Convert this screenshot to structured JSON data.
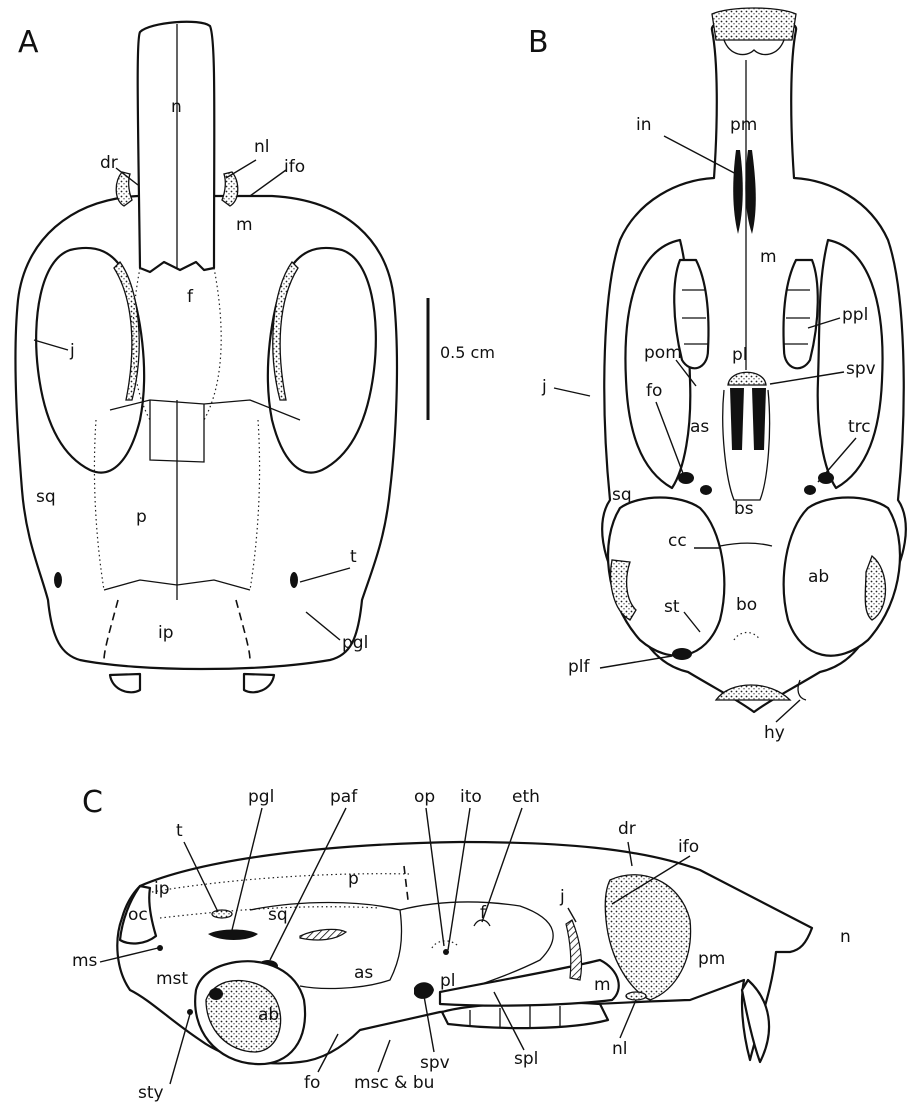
{
  "panels": {
    "A": {
      "letter": "A",
      "labels": {
        "n": "n",
        "nl": "nl",
        "dr": "dr",
        "ifo": "ifo",
        "m": "m",
        "f": "f",
        "j": "j",
        "sq": "sq",
        "p": "p",
        "t": "t",
        "ip": "ip",
        "pgl": "pgl"
      }
    },
    "B": {
      "letter": "B",
      "labels": {
        "pm": "pm",
        "in": "in",
        "m": "m",
        "ppl": "ppl",
        "pl": "pl",
        "pom": "pom",
        "spv": "spv",
        "j": "j",
        "fo": "fo",
        "as": "as",
        "trc": "trc",
        "sq": "sq",
        "bs": "bs",
        "cc": "cc",
        "ab": "ab",
        "st": "st",
        "bo": "bo",
        "plf": "plf",
        "hy": "hy"
      }
    },
    "C": {
      "letter": "C",
      "labels": {
        "pgl": "pgl",
        "paf": "paf",
        "op": "op",
        "ito": "ito",
        "eth": "eth",
        "dr": "dr",
        "t": "t",
        "ifo": "ifo",
        "p": "p",
        "ip": "ip",
        "j": "j",
        "oc": "oc",
        "sq": "sq",
        "f": "f",
        "n": "n",
        "ms": "ms",
        "as": "as",
        "pm": "pm",
        "mst": "mst",
        "pl": "pl",
        "m": "m",
        "ab": "ab",
        "nl": "nl",
        "sty": "sty",
        "fo": "fo",
        "msc_bu": "msc & bu",
        "spv": "spv",
        "spl": "spl"
      }
    }
  },
  "scale_bar": {
    "label": "0.5 cm"
  }
}
